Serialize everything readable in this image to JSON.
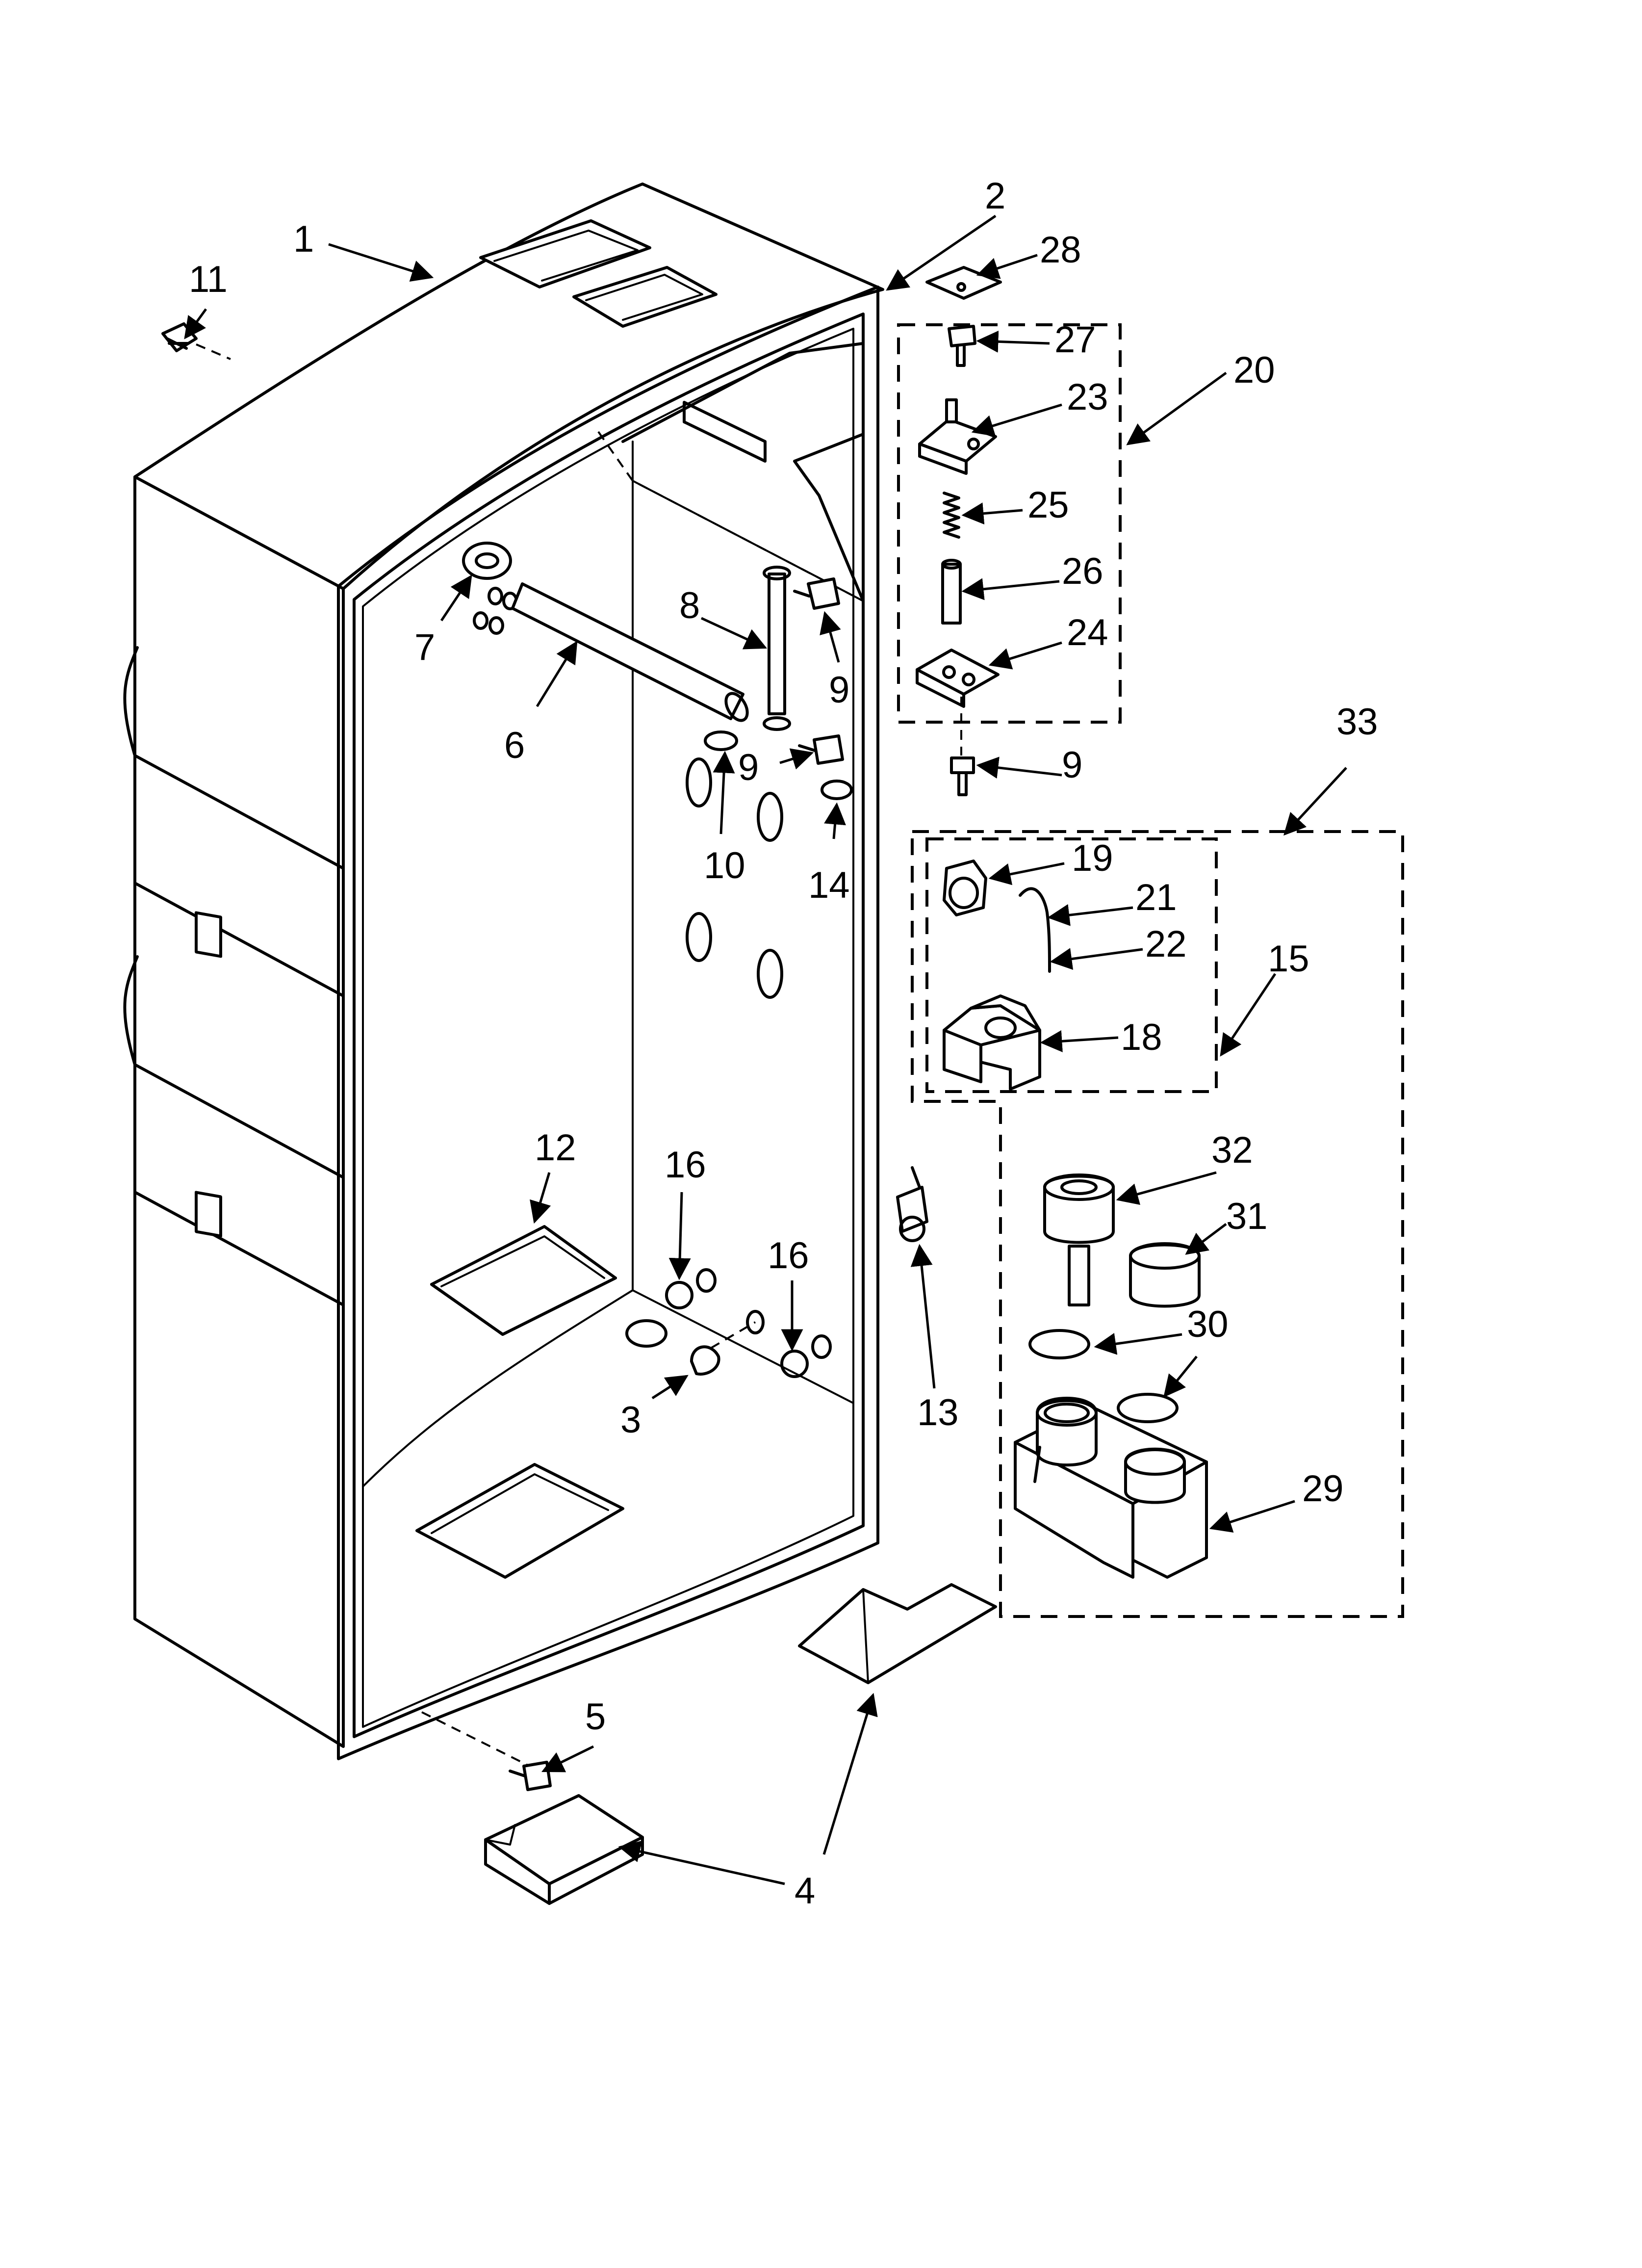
{
  "callouts": [
    {
      "id": "c1",
      "label": "1"
    },
    {
      "id": "c2",
      "label": "2"
    },
    {
      "id": "c3",
      "label": "3"
    },
    {
      "id": "c4",
      "label": "4"
    },
    {
      "id": "c5",
      "label": "5"
    },
    {
      "id": "c6",
      "label": "6"
    },
    {
      "id": "c7",
      "label": "7"
    },
    {
      "id": "c8",
      "label": "8"
    },
    {
      "id": "c9a",
      "label": "9"
    },
    {
      "id": "c9b",
      "label": "9"
    },
    {
      "id": "c9c",
      "label": "9"
    },
    {
      "id": "c10",
      "label": "10"
    },
    {
      "id": "c11",
      "label": "11"
    },
    {
      "id": "c12",
      "label": "12"
    },
    {
      "id": "c13",
      "label": "13"
    },
    {
      "id": "c14",
      "label": "14"
    },
    {
      "id": "c15",
      "label": "15"
    },
    {
      "id": "c16a",
      "label": "16"
    },
    {
      "id": "c16b",
      "label": "16"
    },
    {
      "id": "c18",
      "label": "18"
    },
    {
      "id": "c19",
      "label": "19"
    },
    {
      "id": "c20",
      "label": "20"
    },
    {
      "id": "c21",
      "label": "21"
    },
    {
      "id": "c22",
      "label": "22"
    },
    {
      "id": "c23",
      "label": "23"
    },
    {
      "id": "c24",
      "label": "24"
    },
    {
      "id": "c25",
      "label": "25"
    },
    {
      "id": "c26",
      "label": "26"
    },
    {
      "id": "c27",
      "label": "27"
    },
    {
      "id": "c28",
      "label": "28"
    },
    {
      "id": "c29",
      "label": "29"
    },
    {
      "id": "c30",
      "label": "30"
    },
    {
      "id": "c31",
      "label": "31"
    },
    {
      "id": "c32",
      "label": "32"
    },
    {
      "id": "c33",
      "label": "33"
    },
    {
      "id": "c4b",
      "label": "4"
    }
  ]
}
